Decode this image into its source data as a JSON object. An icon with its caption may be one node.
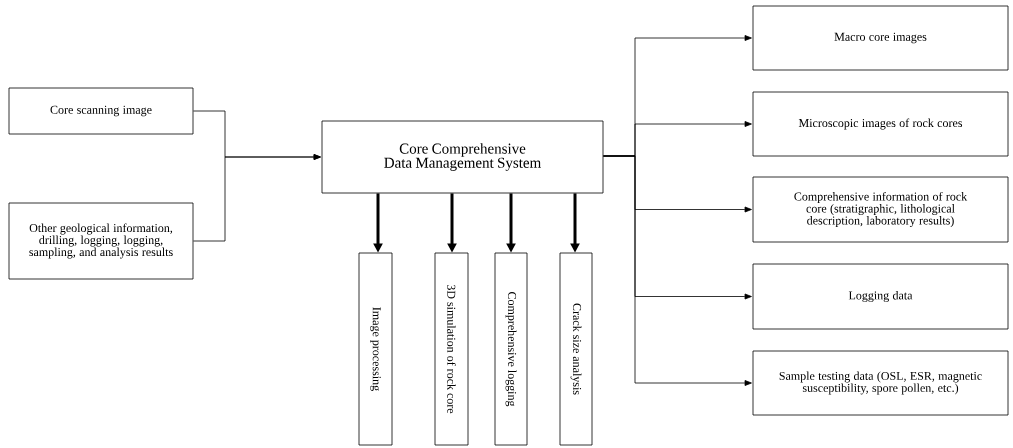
{
  "diagram": {
    "nodes": [
      {
        "text": [
          "Core scanning image"
        ]
      },
      {
        "text": [
          "Other geological information, drilling, logging, logging, sampling, and analysis results"
        ]
      },
      {
        "text": [
          "Core Comprehensive Data Management System"
        ]
      },
      {
        "text": [
          "Image processing"
        ]
      },
      {
        "text": [
          "3D simulation of rock core"
        ]
      },
      {
        "text": [
          "Comprehensive logging"
        ]
      },
      {
        "text": [
          "Crack size analysis"
        ]
      },
      {
        "text": [
          "Macro core images"
        ]
      },
      {
        "text": [
          "Microscopic images of rock cores"
        ]
      },
      {
        "text": [
          "Comprehensive information of rock core (stratigraphic, lithological description, laboratory results)"
        ]
      },
      {
        "text": [
          "Logging data"
        ]
      },
      {
        "text": [
          "Sample testing data (OSL, ESR, magnetic susceptibility, spore pollen, etc.)"
        ]
      }
    ],
    "edges": [
      {
        "from": 0,
        "to": 2,
        "arrow": "to"
      },
      {
        "from": 1,
        "to": 2,
        "arrow": "to"
      },
      {
        "from": 2,
        "to": 3,
        "arrow": "to",
        "style": "thick"
      },
      {
        "from": 2,
        "to": 4,
        "arrow": "to",
        "style": "thick"
      },
      {
        "from": 2,
        "to": 5,
        "arrow": "to",
        "style": "thick"
      },
      {
        "from": 2,
        "to": 6,
        "arrow": "to",
        "style": "thick"
      },
      {
        "from": 2,
        "to": 7,
        "arrow": "to"
      },
      {
        "from": 2,
        "to": 8,
        "arrow": "to"
      },
      {
        "from": 2,
        "to": 9,
        "arrow": "to"
      },
      {
        "from": 2,
        "to": 10,
        "arrow": "to"
      },
      {
        "from": 2,
        "to": 11,
        "arrow": "to"
      }
    ]
  }
}
